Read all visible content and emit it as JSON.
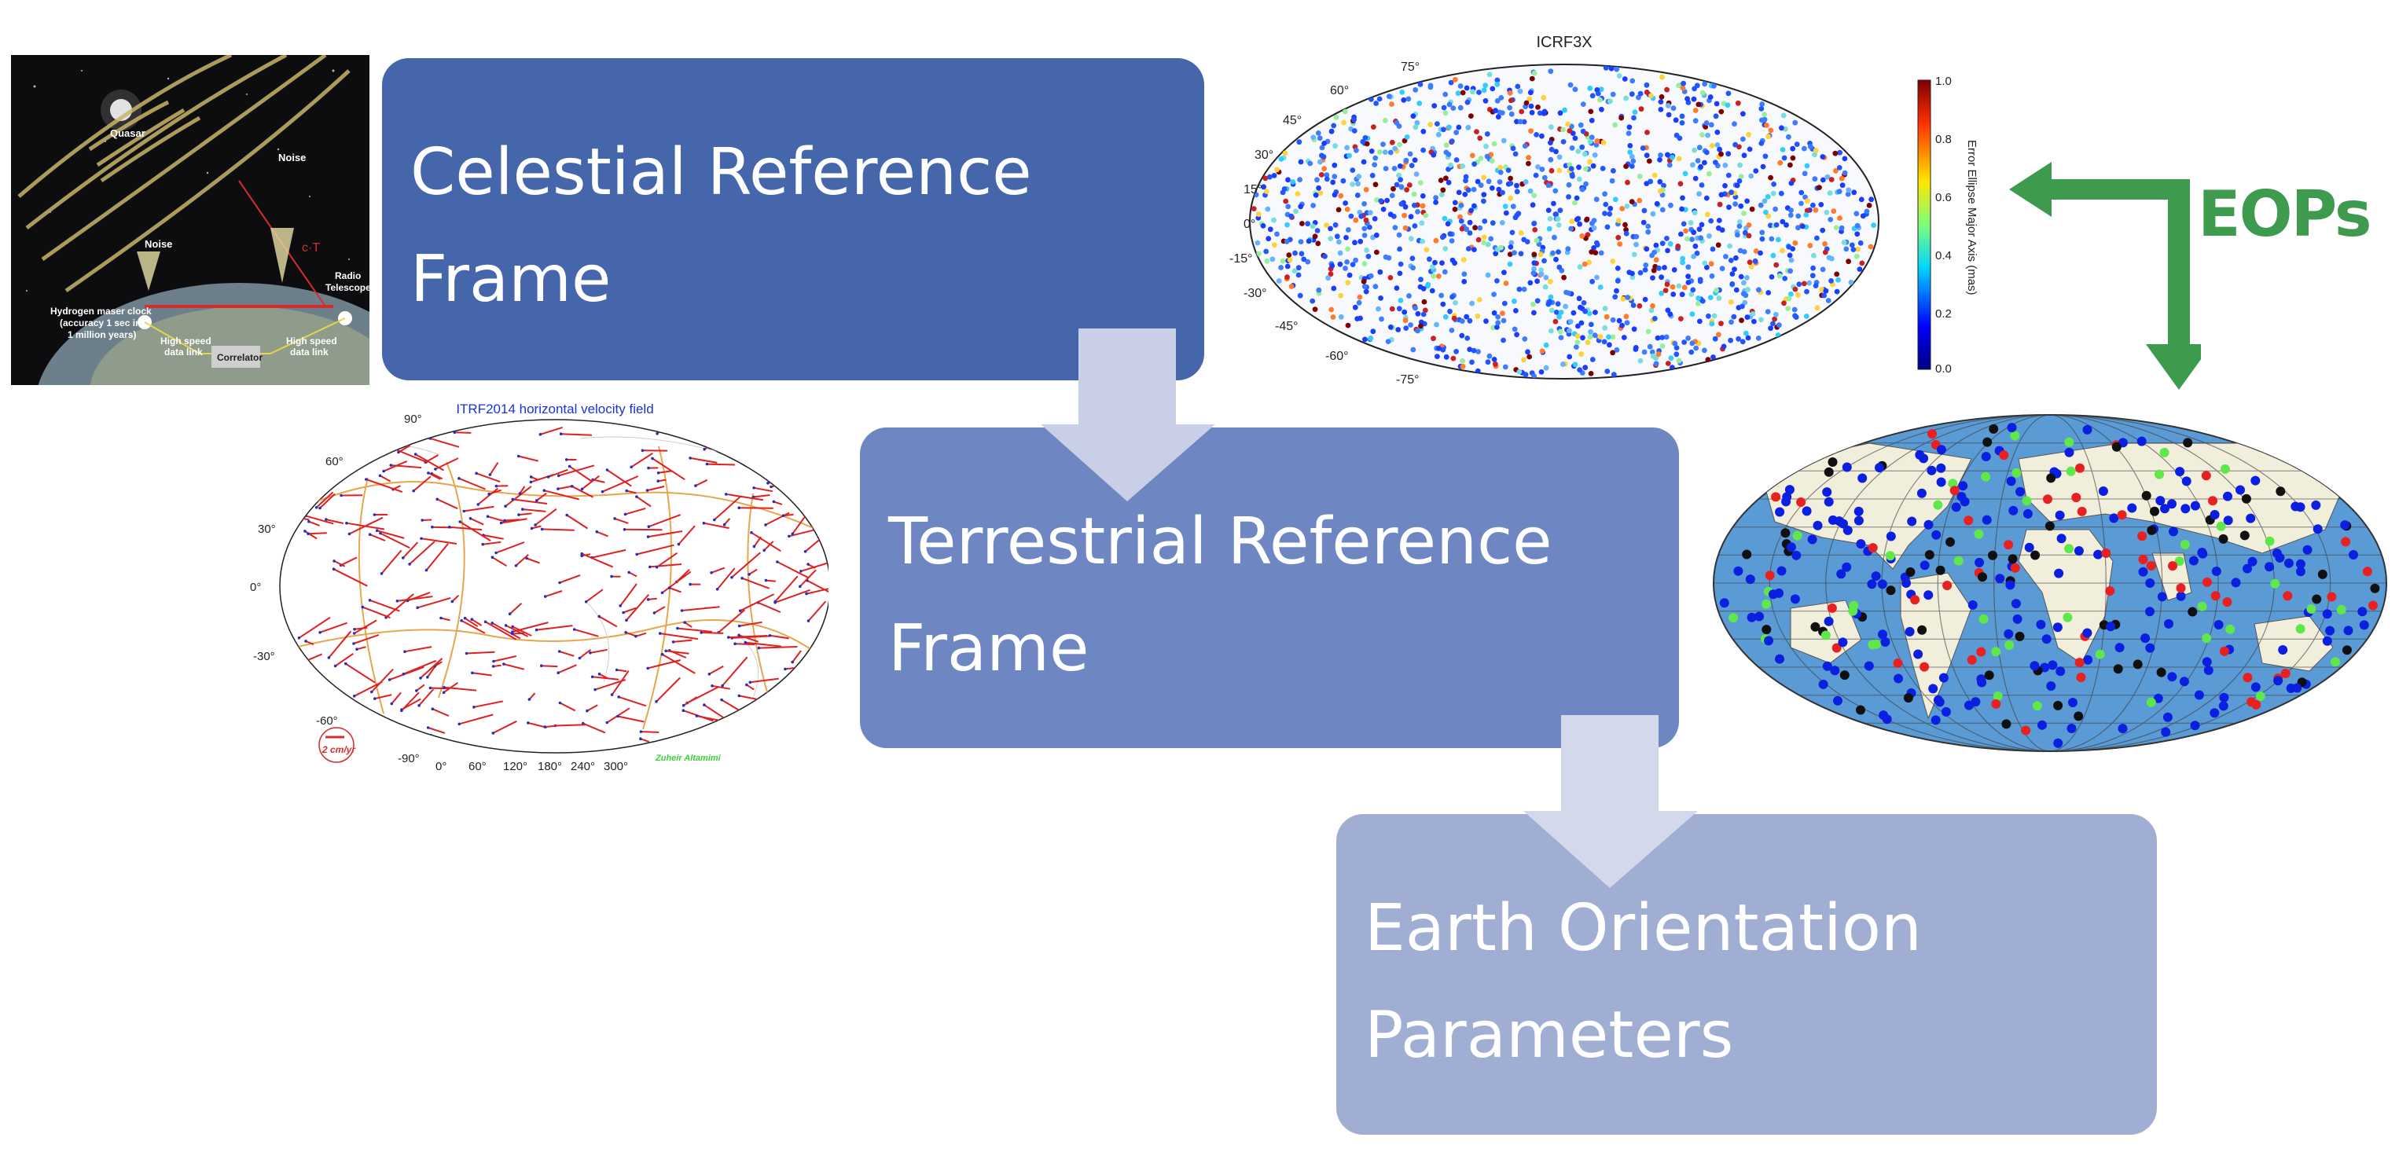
{
  "boxes": [
    {
      "line1": "Celestial Reference",
      "line2": "Frame",
      "color": "#4566AA"
    },
    {
      "line1": "Terrestrial Reference",
      "line2": "Frame",
      "color": "#6E87C2"
    },
    {
      "line1": "Earth Orientation",
      "line2": "Parameters",
      "color": "#A0AED4"
    }
  ],
  "eops": {
    "label": "EOPs",
    "color": "#3E9A4C"
  },
  "vlbi": {
    "quasar": "Quasar",
    "noise1": "Noise",
    "noise2": "Noise",
    "radio": "Radio",
    "telescope": "Telescope",
    "maser1": "Hydrogen maser clock",
    "maser2": "(accuracy 1 sec in",
    "maser3": "1 million years)",
    "link1a": "High speed",
    "link1b": "data link",
    "link2a": "High speed",
    "link2b": "data link",
    "correlator": "Correlator"
  },
  "icrf": {
    "title": "ICRF3X",
    "lat_labels": [
      "75°",
      "60°",
      "45°",
      "30°",
      "15°",
      "0°",
      "-15°",
      "-30°",
      "-45°",
      "-60°",
      "-75°"
    ],
    "colorbar_ticks": [
      "1.0",
      "0.8",
      "0.6",
      "0.4",
      "0.2",
      "0.0"
    ],
    "colorbar_label": "Error Ellipse Major Axis (mas)"
  },
  "itrf": {
    "title": "ITRF2014 horizontal velocity field",
    "lat_labels": [
      "90°",
      "60°",
      "30°",
      "0°",
      "-30°",
      "-60°",
      "-90°"
    ],
    "lon_labels": [
      "0°",
      "60°",
      "120°",
      "180°",
      "240°",
      "300°"
    ],
    "scale": "2 cm/yr",
    "author": "Zuheir Altamimi"
  },
  "network_map": {
    "ocean_color": "#5B9BD5",
    "land_color": "#F2EEDC"
  }
}
